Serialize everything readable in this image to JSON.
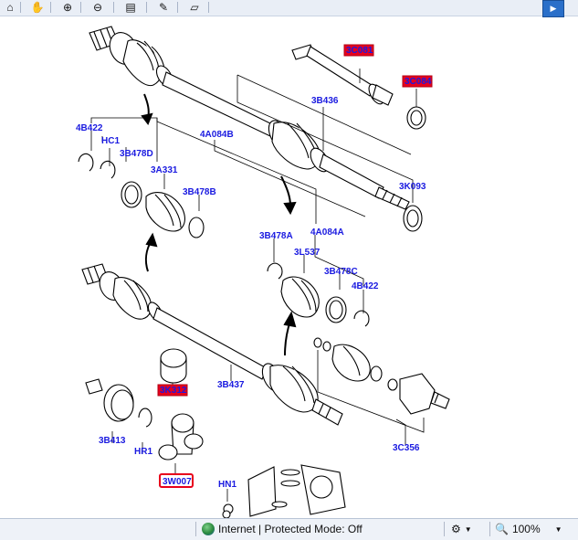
{
  "toolbar": {
    "icons": [
      "home-icon",
      "hand-pan-icon",
      "zoom-in-icon",
      "zoom-out-icon",
      "print-icon",
      "pen-icon",
      "eraser-icon"
    ],
    "sidebar_toggle_icon": "chevron-right-icon"
  },
  "diagram": {
    "labels_blue": [
      "3B436",
      "4B422",
      "HC1",
      "3B478D",
      "4A084B",
      "3A331",
      "3B478B",
      "3K093",
      "3B478A",
      "4A084A",
      "3L537",
      "3B478C",
      "4B422",
      "3B437",
      "3B413",
      "HR1",
      "HN1",
      "3C356"
    ],
    "labels_red": [
      "3C081",
      "3C084",
      "3K312",
      "3W007"
    ]
  },
  "statusbar": {
    "zone": "Internet | Protected Mode: Off",
    "zoom": "100%"
  },
  "colors": {
    "label_blue": "#1a1ae0",
    "highlight_red": "#e8001c",
    "toolbar_bg": "#e9eef6",
    "status_bg": "#eef2f8"
  }
}
